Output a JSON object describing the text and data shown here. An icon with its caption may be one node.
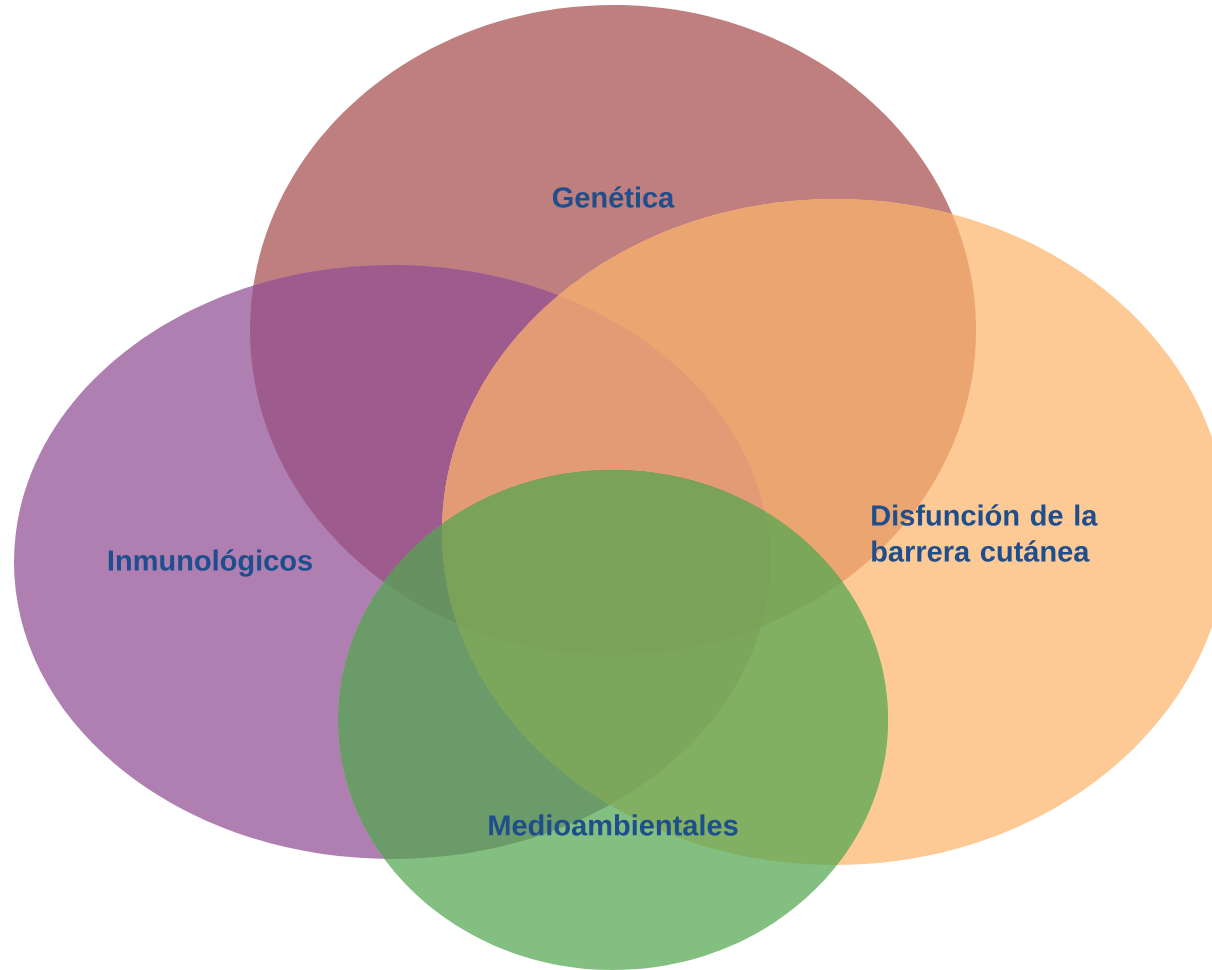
{
  "diagram": {
    "nodes": [
      {
        "text": [
          "Genética"
        ]
      },
      {
        "text": [
          "Inmunológicos"
        ]
      },
      {
        "text": [
          "Disfunción de la barrera cutánea"
        ]
      },
      {
        "text": [
          "Medioambientales"
        ]
      }
    ]
  }
}
